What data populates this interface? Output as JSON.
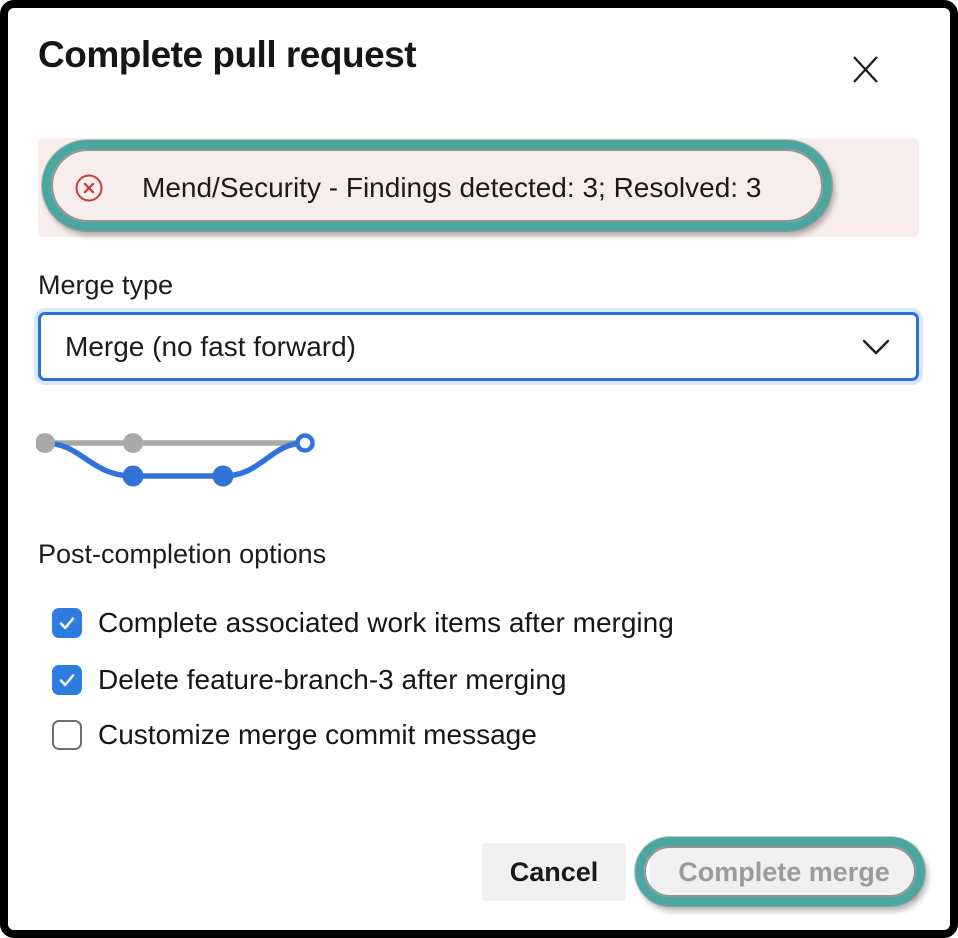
{
  "dialog": {
    "title": "Complete pull request",
    "close_icon": "x-icon"
  },
  "alert": {
    "icon": "error-circle-x-icon",
    "text": "Mend/Security - Findings detected: 3; Resolved: 3"
  },
  "merge_type": {
    "label": "Merge type",
    "selected": "Merge (no fast forward)",
    "chevron_icon": "chevron-down-icon",
    "diagram": "merge-no-fast-forward-graph"
  },
  "post_completion": {
    "label": "Post-completion options",
    "options": [
      {
        "label": "Complete associated work items after merging",
        "checked": true
      },
      {
        "label": "Delete feature-branch-3 after merging",
        "checked": true
      },
      {
        "label": "Customize merge commit message",
        "checked": false
      }
    ]
  },
  "footer": {
    "cancel_label": "Cancel",
    "complete_label": "Complete merge",
    "complete_disabled": true
  },
  "annotations": {
    "highlighted": [
      "alert-banner",
      "complete-merge-button"
    ]
  },
  "colors": {
    "annotation_teal": "#4AA69E",
    "error_red": "#C5403C",
    "alert_bg": "#F8EDED",
    "primary_blue": "#2E7CE0",
    "dropdown_border": "#2B70D6",
    "graph_gray": "#A9A9A9",
    "graph_blue": "#3273D9",
    "btn_bg": "#F0F0F0",
    "disabled_text": "#9B9B9B"
  }
}
